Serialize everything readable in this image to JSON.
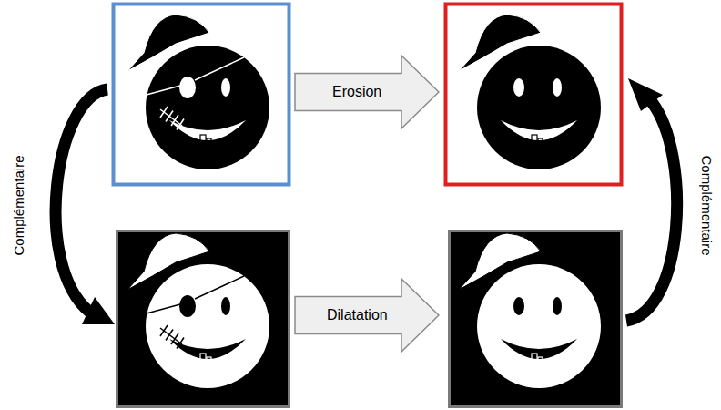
{
  "diagram": {
    "nodes": [
      {
        "text": [
          "Erosion"
        ]
      },
      {
        "text": [
          "Dilatation"
        ]
      }
    ],
    "labels": [
      "Complémentaire",
      "Complémentaire"
    ]
  }
}
